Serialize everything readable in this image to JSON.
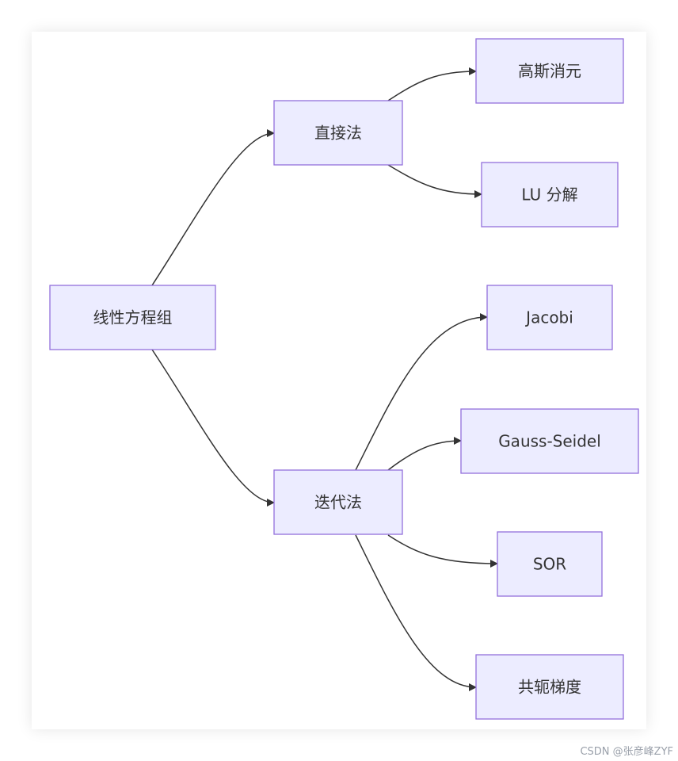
{
  "diagram": {
    "type": "flowchart-lr",
    "colors": {
      "node_fill": "#ececff",
      "node_stroke": "#9370db",
      "edge": "#333333",
      "text": "#333333"
    },
    "nodes": {
      "root": "线性方程组",
      "direct": "直接法",
      "iterative": "迭代法",
      "gauss": "高斯消元",
      "lu": "LU 分解",
      "jacobi": "Jacobi",
      "gauss_seidel": "Gauss-Seidel",
      "sor": "SOR",
      "cg": "共轭梯度"
    },
    "edges": [
      [
        "root",
        "direct"
      ],
      [
        "root",
        "iterative"
      ],
      [
        "direct",
        "gauss"
      ],
      [
        "direct",
        "lu"
      ],
      [
        "iterative",
        "jacobi"
      ],
      [
        "iterative",
        "gauss_seidel"
      ],
      [
        "iterative",
        "sor"
      ],
      [
        "iterative",
        "cg"
      ]
    ]
  },
  "watermark": "CSDN @张彦峰ZYF"
}
